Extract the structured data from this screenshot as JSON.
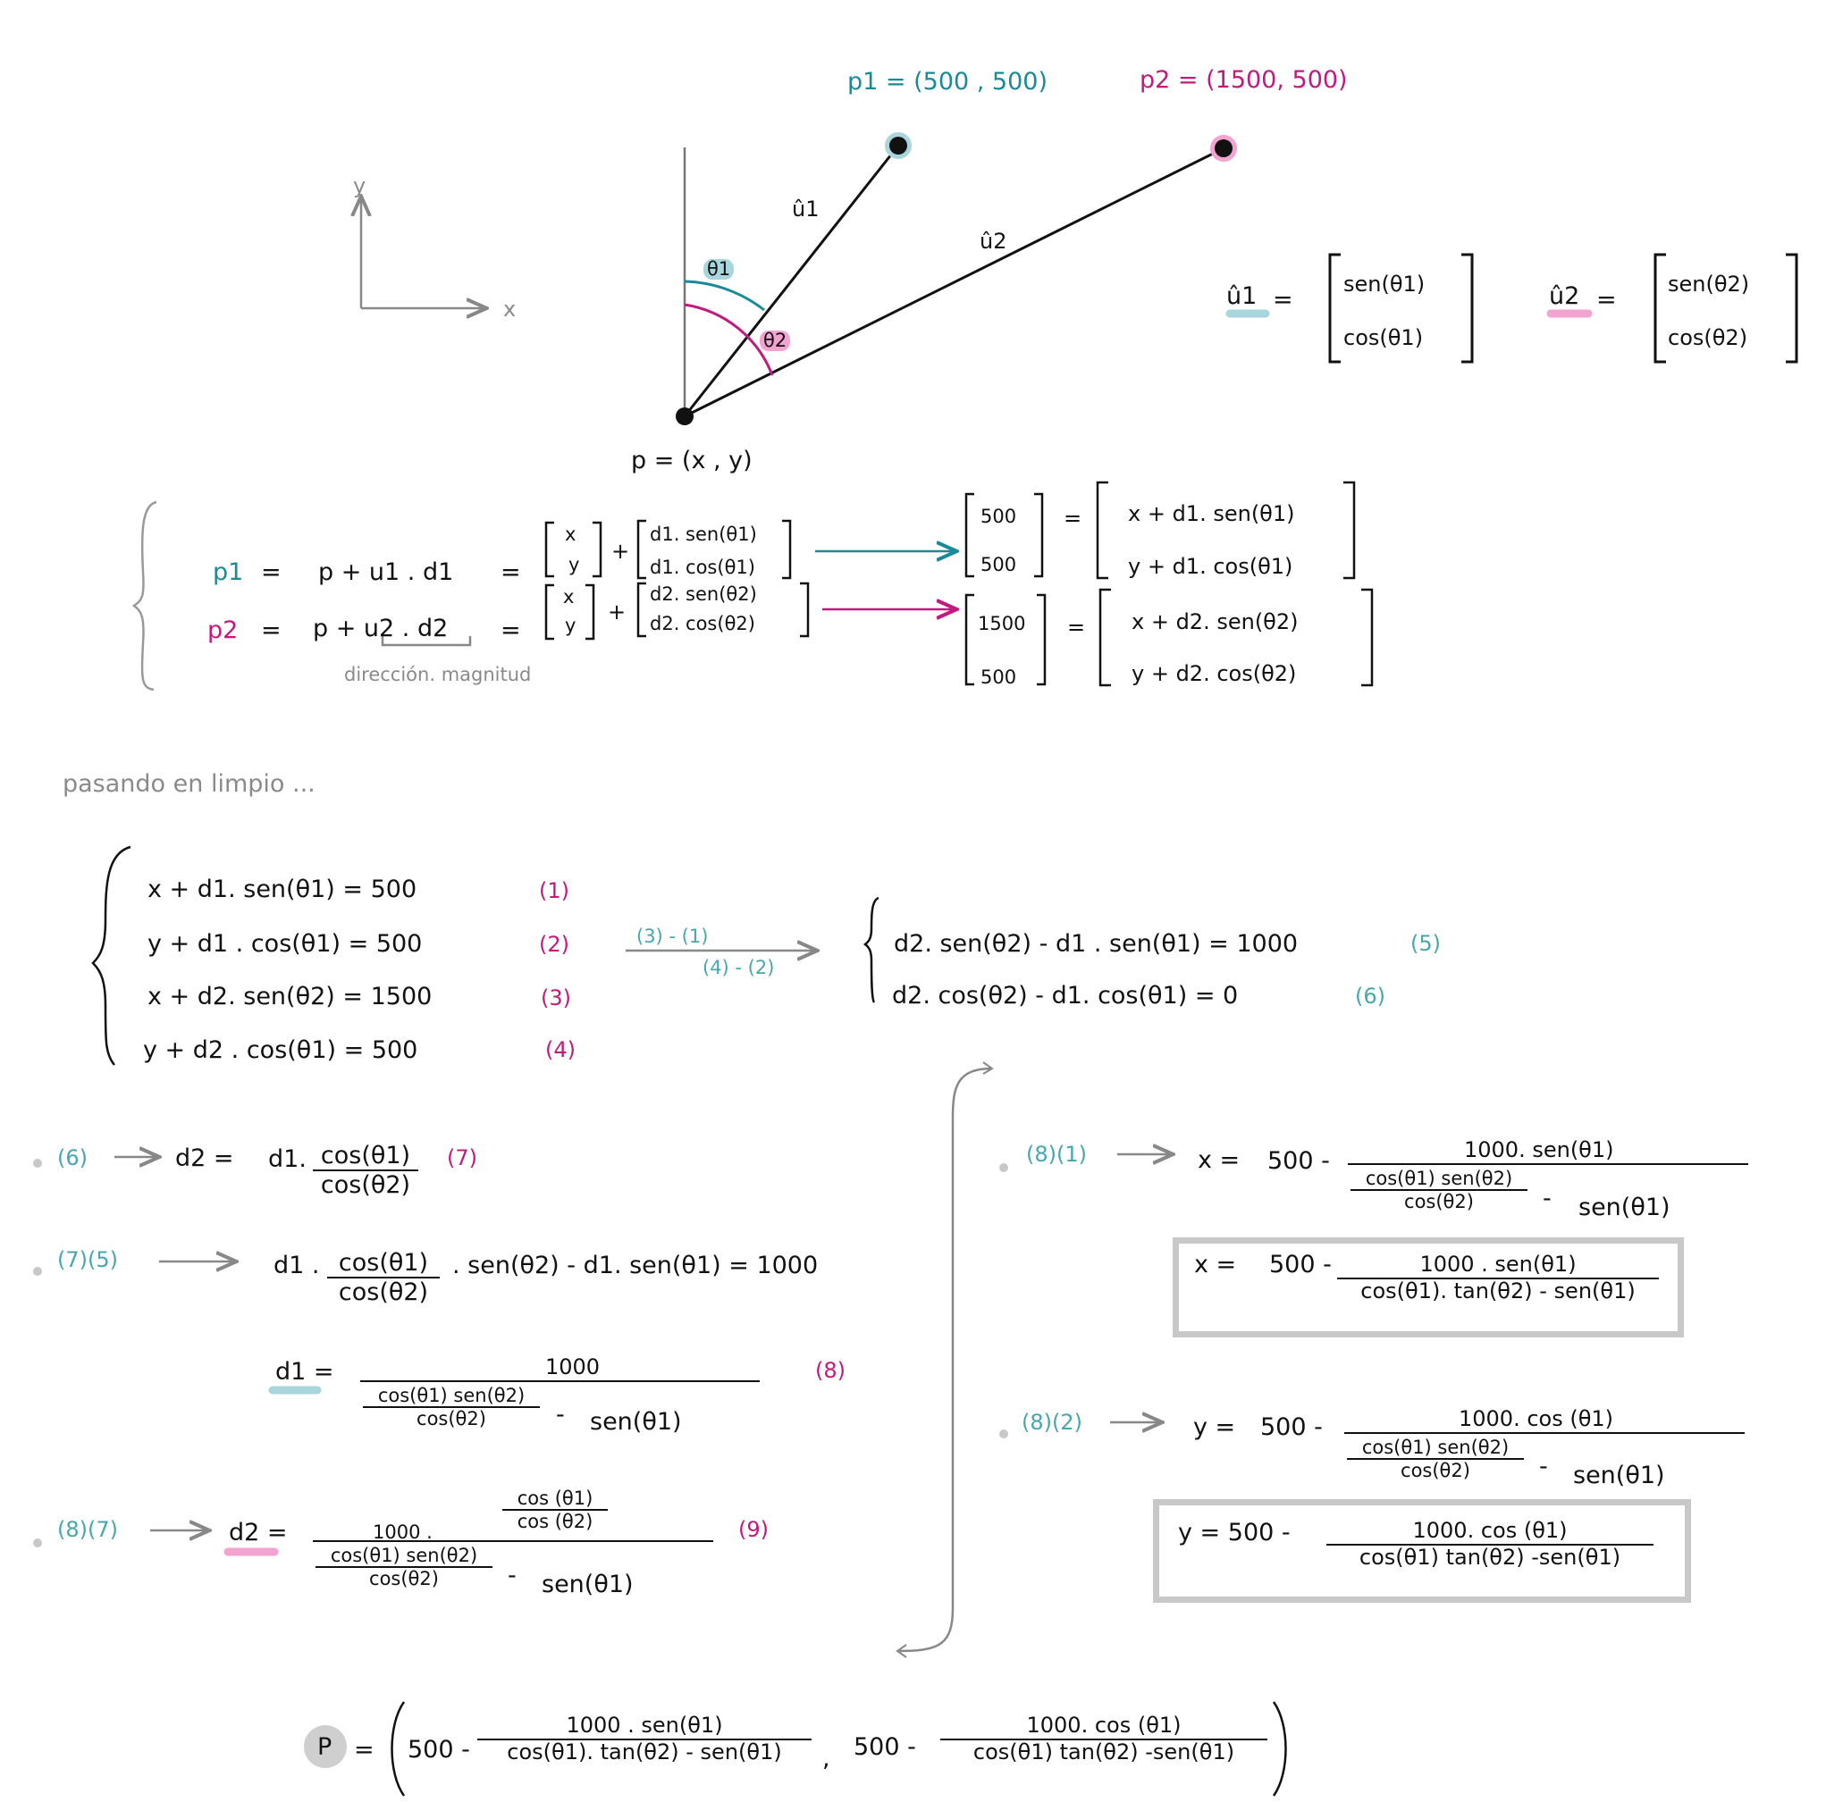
{
  "colors": {
    "p1": "#1a8a99",
    "p2": "#c01a7e",
    "highlight1": "#a8d6dc",
    "highlight2": "#f2a3cf",
    "boxBorder": "#c8c8c8"
  },
  "diagram": {
    "p1_label": "p1 = (500 , 500)",
    "p2_label": "p2 = (1500, 500)",
    "p_label": "p = (x , y)",
    "axis_y": "y",
    "axis_x": "x",
    "u1_label": "û1",
    "u2_label": "û2",
    "theta1": "θ1",
    "theta2": "θ2",
    "u1_def": {
      "lhs": "û1",
      "eq": "=",
      "row1": "sen(θ1)",
      "row2": "cos(θ1)"
    },
    "u2_def": {
      "lhs": "û2",
      "eq": "=",
      "row1": "sen(θ2)",
      "row2": "cos(θ2)"
    }
  },
  "system1": {
    "row1": {
      "lhs": "p1",
      "eq": "=",
      "expr": "p +   u1 . d1",
      "eq2": "="
    },
    "row2": {
      "lhs": "p2",
      "eq": "=",
      "expr": "p +   u2 . d2",
      "eq2": "="
    },
    "note": "dirección. magnitud",
    "vec_x": "x",
    "vec_y": "y",
    "plus": "+",
    "row1_vec": [
      "d1. sen(θ1)",
      "d1. cos(θ1)"
    ],
    "row2_vec": [
      "d2. sen(θ2)",
      "d2. cos(θ2)"
    ],
    "row1_res": [
      "500",
      "500"
    ],
    "row2_res": [
      "1500",
      "500"
    ],
    "row1_rhs": [
      "x + d1. sen(θ1)",
      "y + d1. cos(θ1)"
    ],
    "row2_rhs": [
      "x + d2. sen(θ2)",
      "y + d2. cos(θ2)"
    ],
    "eq": "="
  },
  "clean_heading": "pasando en limpio ...",
  "system2": {
    "eqs": [
      {
        "text": "x + d1. sen(θ1)  =  500",
        "tag": "(1)"
      },
      {
        "text": "y + d1 . cos(θ1)  =  500",
        "tag": "(2)"
      },
      {
        "text": "x + d2.  sen(θ2) =  1500",
        "tag": "(3)"
      },
      {
        "text": "y + d2 . cos(θ1)  =  500",
        "tag": "(4)"
      }
    ],
    "op_top": "(3) - (1)",
    "op_bottom": "(4) - (2)",
    "derived": [
      {
        "text": "d2. sen(θ2) - d1 . sen(θ1)  =  1000",
        "tag": "(5)"
      },
      {
        "text": "d2. cos(θ2) - d1. cos(θ1)   =  0",
        "tag": "(6)"
      }
    ]
  },
  "steps": {
    "s7": {
      "ref": "(6)",
      "lhs": "d2 =",
      "pre": "d1.",
      "num": "cos(θ1)",
      "den": "cos(θ2)",
      "tag": "(7)"
    },
    "s75": {
      "ref": "(7)(5)",
      "pre": "d1 .",
      "num": "cos(θ1)",
      "den": "cos(θ2)",
      "post": ".  sen(θ2) - d1. sen(θ1) = 1000"
    },
    "s8": {
      "lhs": "d1 =",
      "num": "1000",
      "inner_num": "cos(θ1) sen(θ2)",
      "inner_den": "cos(θ2)",
      "minus": "-",
      "tail": "sen(θ1)",
      "tag": "(8)"
    },
    "s9": {
      "ref": "(8)(7)",
      "lhs": "d2 =",
      "num_pre": "1000 .",
      "num_frac_num": "cos (θ1)",
      "num_frac_den": "cos (θ2)",
      "inner_num": "cos(θ1) sen(θ2)",
      "inner_den": "cos(θ2)",
      "minus": "-",
      "tail": "sen(θ1)",
      "tag": "(9)"
    }
  },
  "right": {
    "x_step": {
      "ref": "(8)(1)",
      "lhs": "x =",
      "pre": "500 -",
      "num": "1000.  sen(θ1)",
      "inner_num": "cos(θ1) sen(θ2)",
      "inner_den": "cos(θ2)",
      "minus": "-",
      "tail": "sen(θ1)"
    },
    "x_box": {
      "lhs": "x  =",
      "pre": "500 -",
      "num": "1000 .  sen(θ1)",
      "den": "cos(θ1). tan(θ2) - sen(θ1)"
    },
    "y_step": {
      "ref": "(8)(2)",
      "lhs": "y =",
      "pre": "500 -",
      "num": "1000.  cos (θ1)",
      "inner_num": "cos(θ1) sen(θ2)",
      "inner_den": "cos(θ2)",
      "minus": "-",
      "tail": "sen(θ1)"
    },
    "y_box": {
      "lhs": "y  =  500 -",
      "num": "1000. cos (θ1)",
      "den": "cos(θ1) tan(θ2) -sen(θ1)"
    }
  },
  "final": {
    "lhs": "P",
    "eq": "=",
    "x_pre": "500 -",
    "x_num": "1000 .  sen(θ1)",
    "x_den": "cos(θ1). tan(θ2) - sen(θ1)",
    "sep": ",",
    "y_pre": "500 -",
    "y_num": "1000. cos (θ1)",
    "y_den": "cos(θ1) tan(θ2) -sen(θ1)"
  }
}
